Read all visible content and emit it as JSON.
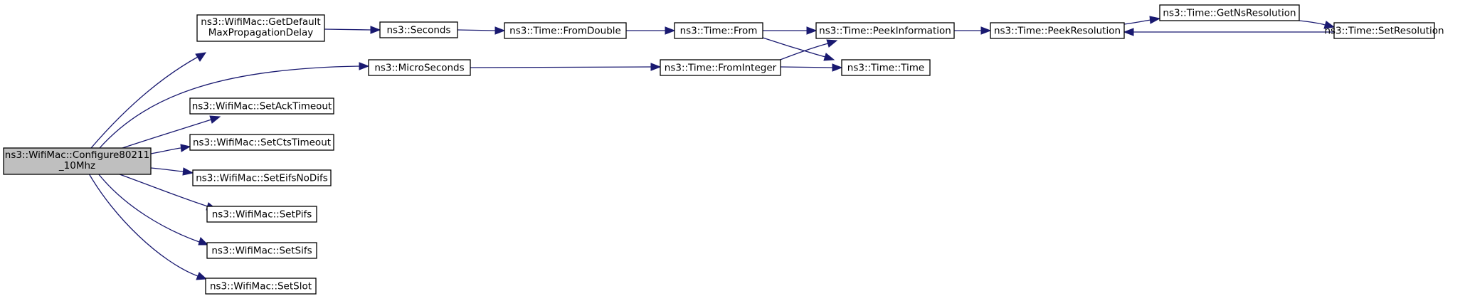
{
  "diagram": {
    "type": "call-graph",
    "edge_color": "#191970",
    "root_fill": "#bfbfbf",
    "nodes": [
      {
        "id": "root",
        "lines": [
          "ns3::WifiMac::Configure80211",
          "_10Mhz"
        ]
      },
      {
        "id": "getdefault",
        "lines": [
          "ns3::WifiMac::GetDefault",
          "MaxPropagationDelay"
        ]
      },
      {
        "id": "microseconds",
        "lines": [
          "ns3::MicroSeconds"
        ]
      },
      {
        "id": "setacktimeout",
        "lines": [
          "ns3::WifiMac::SetAckTimeout"
        ]
      },
      {
        "id": "setctstimeout",
        "lines": [
          "ns3::WifiMac::SetCtsTimeout"
        ]
      },
      {
        "id": "seteifsnodifs",
        "lines": [
          "ns3::WifiMac::SetEifsNoDifs"
        ]
      },
      {
        "id": "setpifs",
        "lines": [
          "ns3::WifiMac::SetPifs"
        ]
      },
      {
        "id": "setsifs",
        "lines": [
          "ns3::WifiMac::SetSifs"
        ]
      },
      {
        "id": "setslot",
        "lines": [
          "ns3::WifiMac::SetSlot"
        ]
      },
      {
        "id": "seconds",
        "lines": [
          "ns3::Seconds"
        ]
      },
      {
        "id": "fromdouble",
        "lines": [
          "ns3::Time::FromDouble"
        ]
      },
      {
        "id": "from",
        "lines": [
          "ns3::Time::From"
        ]
      },
      {
        "id": "frominteger",
        "lines": [
          "ns3::Time::FromInteger"
        ]
      },
      {
        "id": "peekinformation",
        "lines": [
          "ns3::Time::PeekInformation"
        ]
      },
      {
        "id": "time",
        "lines": [
          "ns3::Time::Time"
        ]
      },
      {
        "id": "peekresolution",
        "lines": [
          "ns3::Time::PeekResolution"
        ]
      },
      {
        "id": "getnsresolution",
        "lines": [
          "ns3::Time::GetNsResolution"
        ]
      },
      {
        "id": "setresolution",
        "lines": [
          "ns3::Time::SetResolution"
        ]
      }
    ],
    "edges": [
      {
        "from": "root",
        "to": "getdefault"
      },
      {
        "from": "root",
        "to": "microseconds"
      },
      {
        "from": "root",
        "to": "setacktimeout"
      },
      {
        "from": "root",
        "to": "setctstimeout"
      },
      {
        "from": "root",
        "to": "seteifsnodifs"
      },
      {
        "from": "root",
        "to": "setpifs"
      },
      {
        "from": "root",
        "to": "setsifs"
      },
      {
        "from": "root",
        "to": "setslot"
      },
      {
        "from": "getdefault",
        "to": "seconds"
      },
      {
        "from": "seconds",
        "to": "fromdouble"
      },
      {
        "from": "fromdouble",
        "to": "from"
      },
      {
        "from": "from",
        "to": "peekinformation"
      },
      {
        "from": "from",
        "to": "time"
      },
      {
        "from": "microseconds",
        "to": "frominteger"
      },
      {
        "from": "frominteger",
        "to": "peekinformation"
      },
      {
        "from": "frominteger",
        "to": "time"
      },
      {
        "from": "peekinformation",
        "to": "peekresolution"
      },
      {
        "from": "peekresolution",
        "to": "getnsresolution"
      },
      {
        "from": "getnsresolution",
        "to": "setresolution"
      },
      {
        "from": "setresolution",
        "to": "peekresolution"
      }
    ]
  }
}
